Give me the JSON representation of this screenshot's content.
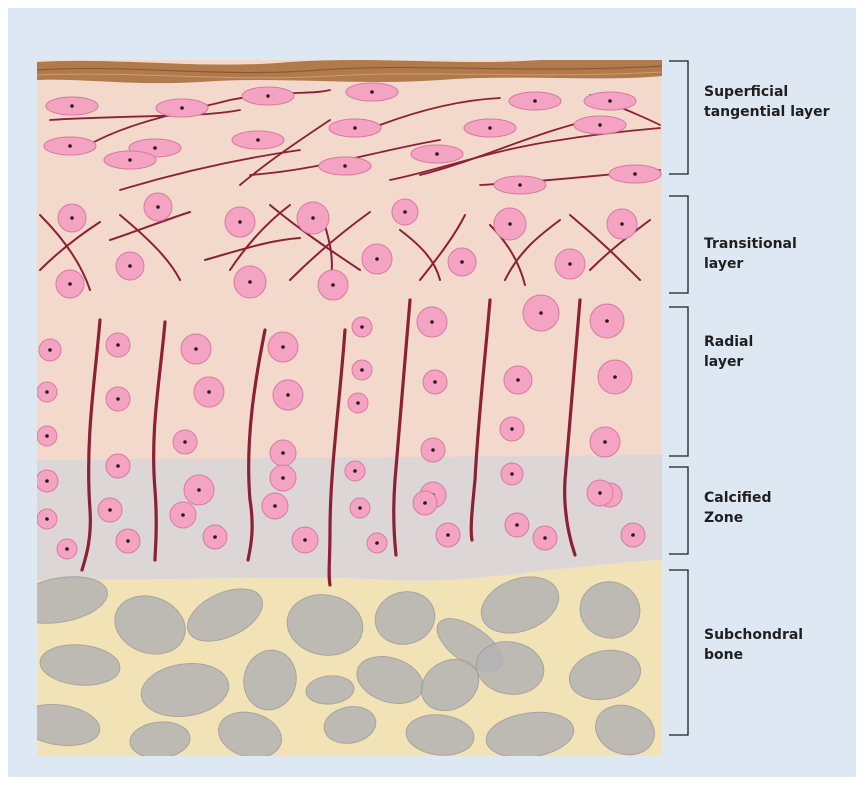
{
  "layers": [
    {
      "id": "superficial",
      "lines": [
        "Superficial",
        "tangential layer"
      ]
    },
    {
      "id": "transitional",
      "lines": [
        "Transitional",
        "layer"
      ]
    },
    {
      "id": "radial",
      "lines": [
        "Radial",
        "layer"
      ]
    },
    {
      "id": "calcified",
      "lines": [
        "Calcified",
        "Zone"
      ]
    },
    {
      "id": "subchondral",
      "lines": [
        "Subchondral",
        "bone"
      ]
    }
  ],
  "colors": {
    "background": "#dde8f2",
    "cartilage": "#f2d9cb",
    "calcified": "#dcd6d6",
    "bone": "#f2e3b6",
    "bone_fragments": "#b4b4b4",
    "cells": "#f4a4c2",
    "fibers": "#8c2036",
    "surface": "#b07a4c"
  }
}
